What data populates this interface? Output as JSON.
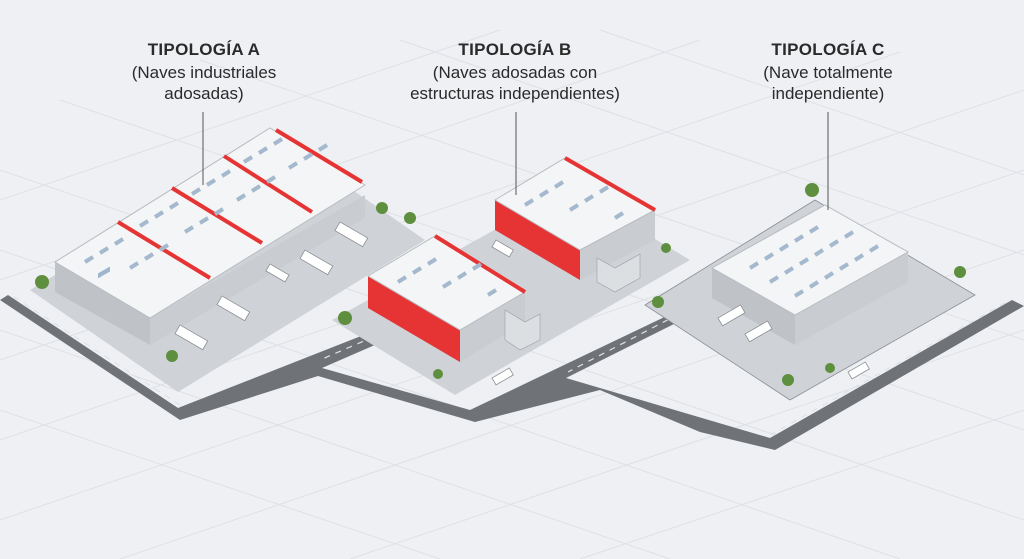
{
  "typologies": [
    {
      "title": "TIPOLOGÍA A",
      "line1": "(Naves industriales",
      "line2": "adosadas)"
    },
    {
      "title": "TIPOLOGÍA B",
      "line1": "(Naves adosadas con",
      "line2": "estructuras independientes)"
    },
    {
      "title": "TIPOLOGÍA C",
      "line1": "(Nave totalmente",
      "line2": "independiente)"
    }
  ],
  "colors": {
    "background": "#eef0f3",
    "grid": "#d9dde3",
    "road": "#6f7378",
    "lot": "#d4d7db",
    "roof": "#f4f5f6",
    "wall": "#c9ccd0",
    "accent": "#e63434",
    "green": "#5e8f3e"
  }
}
